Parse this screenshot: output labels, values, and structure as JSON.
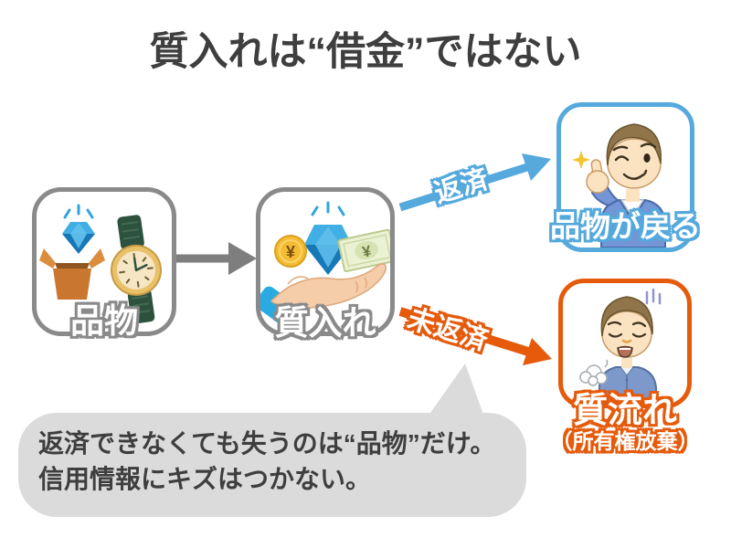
{
  "title": "質入れは“借金”ではない",
  "colors": {
    "title_text": "#3E3E3E",
    "gray_accent": "#8A8A8A",
    "blue_accent": "#55A9DC",
    "orange_accent": "#E55A0B",
    "bubble_bg": "#DBDBDB",
    "diamond_blue": "#41AEE4",
    "box_orange": "#C9772E"
  },
  "flow": {
    "items_box": {
      "label": "品物"
    },
    "pawn_box": {
      "label": "質入れ",
      "coin_symbol": "¥",
      "note_symbol": "¥"
    },
    "repay_arrow_label": "返済",
    "no_repay_arrow_label": "未返済",
    "repaid_box": {
      "label": "品物が戻る"
    },
    "forfeit_box": {
      "label": "質流れ",
      "sublabel": "（所有権放棄）"
    }
  },
  "speech_bubble": {
    "line1": "返済できなくても失うのは“品物”だけ。",
    "line2": "信用情報にキズはつかない。"
  }
}
